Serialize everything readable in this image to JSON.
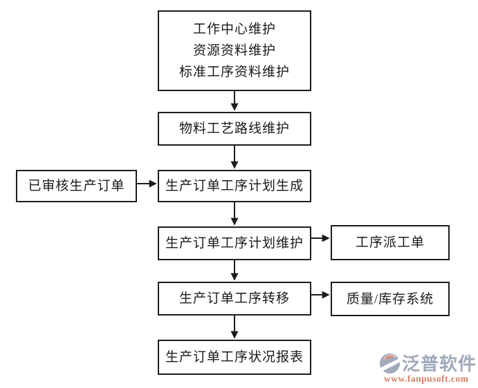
{
  "diagram": {
    "line_color": "#1c1c1c",
    "box_background": "#ffffff",
    "nodes": {
      "master_data": {
        "lines": [
          "工作中心维护",
          "资源资料维护",
          "标准工序资料维护"
        ]
      },
      "routing": {
        "label": "物料工艺路线维护"
      },
      "approved_order": {
        "label": "已审核生产订单"
      },
      "plan_generate": {
        "label": "生产订单工序计划生成"
      },
      "plan_maintain": {
        "label": "生产订单工序计划维护"
      },
      "dispatch_ticket": {
        "label": "工序派工单"
      },
      "transfer": {
        "label": "生产订单工序转移"
      },
      "quality_inventory": {
        "label": "质量/库存系统"
      },
      "status_report": {
        "label": "生产订单工序状况报表"
      }
    }
  },
  "watermark": {
    "brand": "泛普软件",
    "url": "www.fanpusoft.com",
    "brand_color": "#99a2b4",
    "url_color": "#d0765c",
    "icon_gray": "#9aa3b5",
    "icon_orange": "#d9806a"
  }
}
